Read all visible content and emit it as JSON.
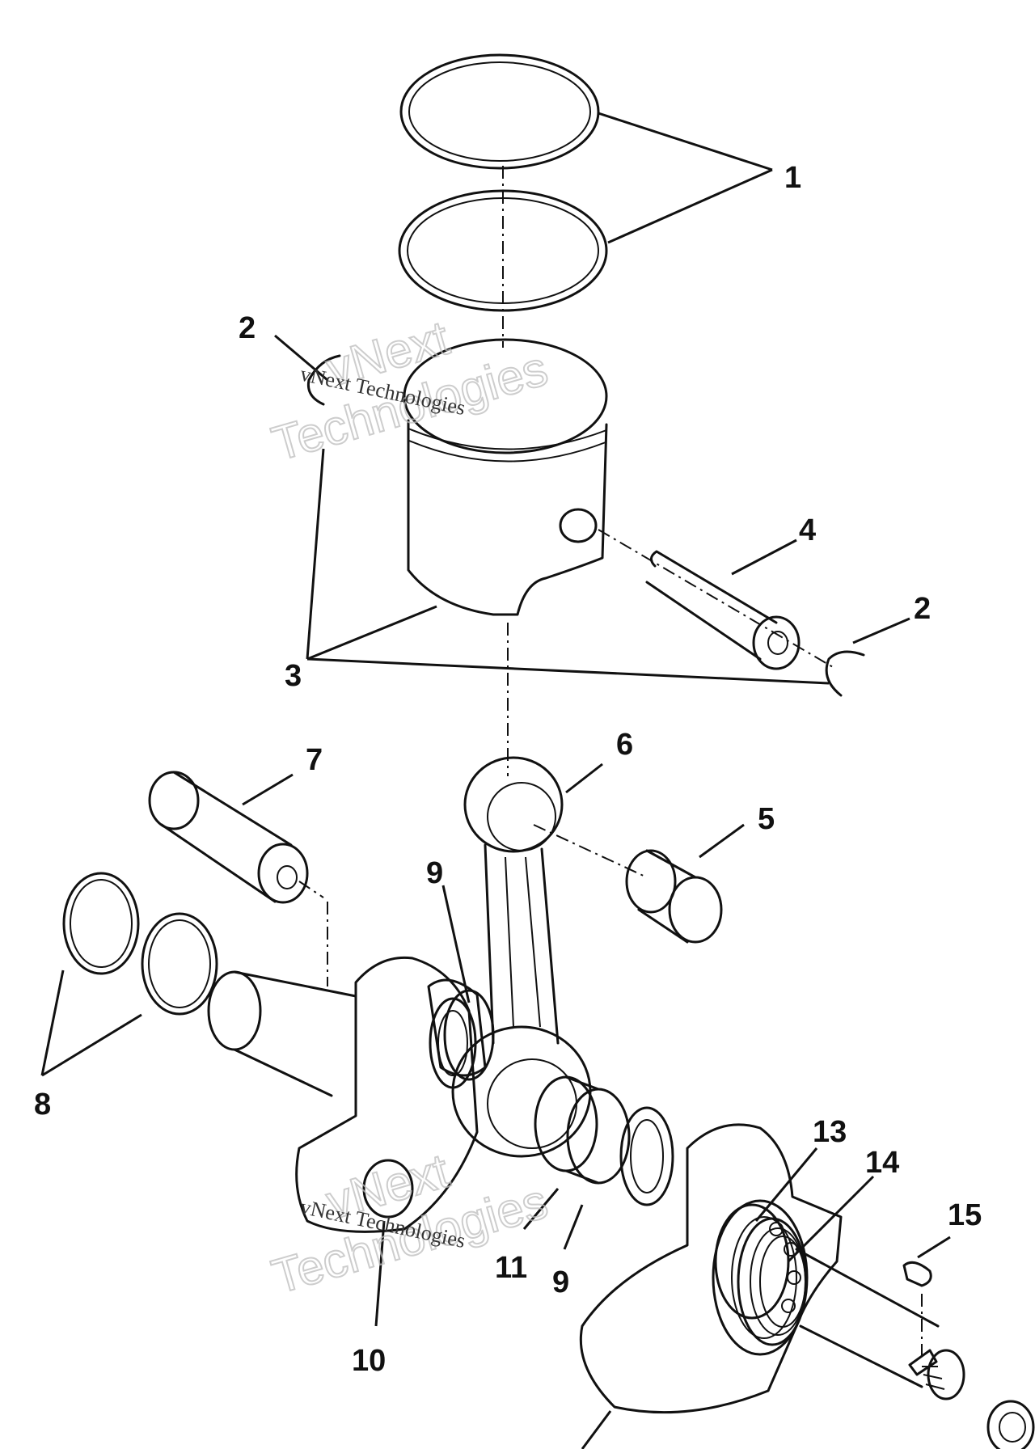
{
  "callouts": {
    "c1": "1",
    "c2a": "2",
    "c2b": "2",
    "c3": "3",
    "c4": "4",
    "c5": "5",
    "c6": "6",
    "c7": "7",
    "c8": "8",
    "c9a": "9",
    "c9b": "9",
    "c10": "10",
    "c11": "11",
    "c13": "13",
    "c14": "14",
    "c15": "15"
  },
  "watermark": {
    "brand_line1": "vNext",
    "brand_line2": "Technologies",
    "small_text": "vNext Technologies"
  }
}
